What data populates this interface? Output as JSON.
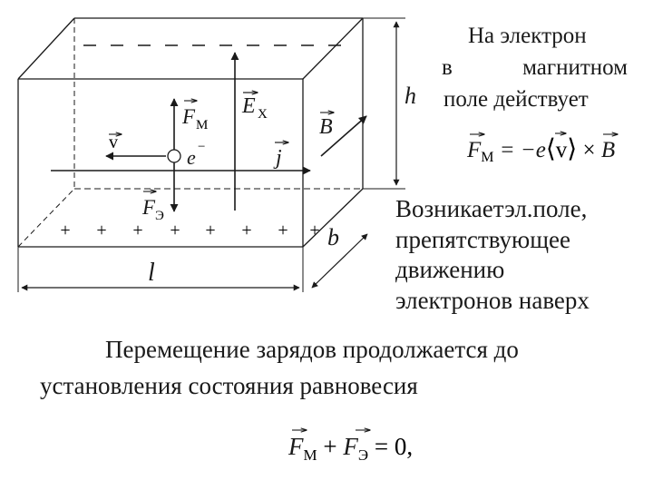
{
  "diagram": {
    "labels": {
      "f_m": "F",
      "f_m_sub": "М",
      "e_x": "E",
      "e_x_sub": "X",
      "b_vec": "B",
      "v_vec": "v",
      "electron": "e",
      "electron_sup": "−",
      "j_vec": "j",
      "f_e": "F",
      "f_e_sub": "Э",
      "height": "h",
      "depth": "b",
      "length": "l",
      "plus": "+"
    }
  },
  "text": {
    "intro_line1": "На электрон",
    "intro_line2_a": "в",
    "intro_line2_b": "магнитном",
    "intro_line3": "поле действует",
    "formula1": {
      "lhs": "F",
      "lhs_sub": "М",
      "eq": " = −e",
      "lbr": "⟨",
      "v": "v",
      "rbr": "⟩",
      "times": " × ",
      "rhs": "B"
    },
    "field_lines": [
      "Возникаетэл.поле,",
      "препятствующее",
      "движению",
      "электронов наверх"
    ],
    "para_line1": "Перемещение зарядов продолжается до",
    "para_line2": "установления состояния равновесия",
    "formula2": {
      "f1": "F",
      "f1_sub": "М",
      "plus": " + ",
      "f2": "F",
      "f2_sub": "Э",
      "rest": " = 0,"
    }
  }
}
